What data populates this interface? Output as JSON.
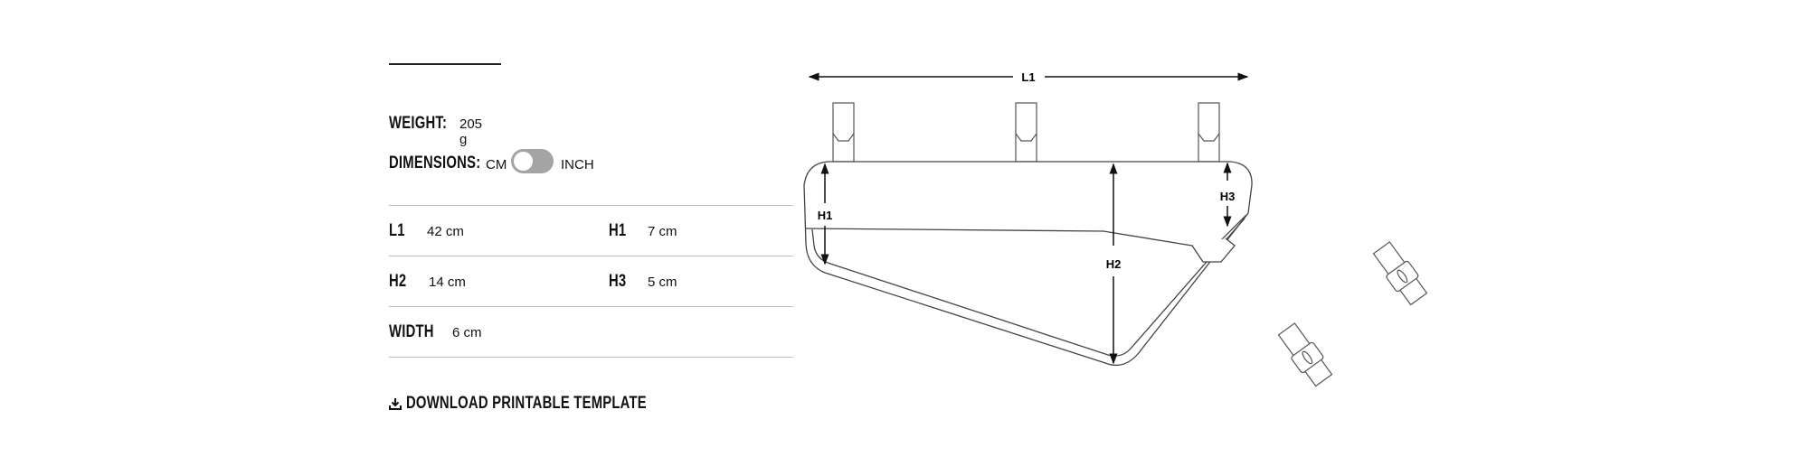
{
  "specs": {
    "weight_label": "WEIGHT:",
    "weight_value": "205 g",
    "dimensions_label": "DIMENSIONS:",
    "unit_cm": "CM",
    "unit_inch": "INCH",
    "selected_unit": "CM"
  },
  "table": {
    "rows": [
      [
        {
          "label": "L1",
          "value": "42 cm"
        },
        {
          "label": "H1",
          "value": "7 cm"
        }
      ],
      [
        {
          "label": "H2",
          "value": "14 cm"
        },
        {
          "label": "H3",
          "value": "5 cm"
        }
      ],
      [
        {
          "label": "WIDTH",
          "value": "6 cm"
        }
      ]
    ]
  },
  "download": {
    "label": "DOWNLOAD PRINTABLE TEMPLATE",
    "icon": "download-icon"
  },
  "diagram": {
    "l1": "L1",
    "h1": "H1",
    "h2": "H2",
    "h3": "H3"
  }
}
